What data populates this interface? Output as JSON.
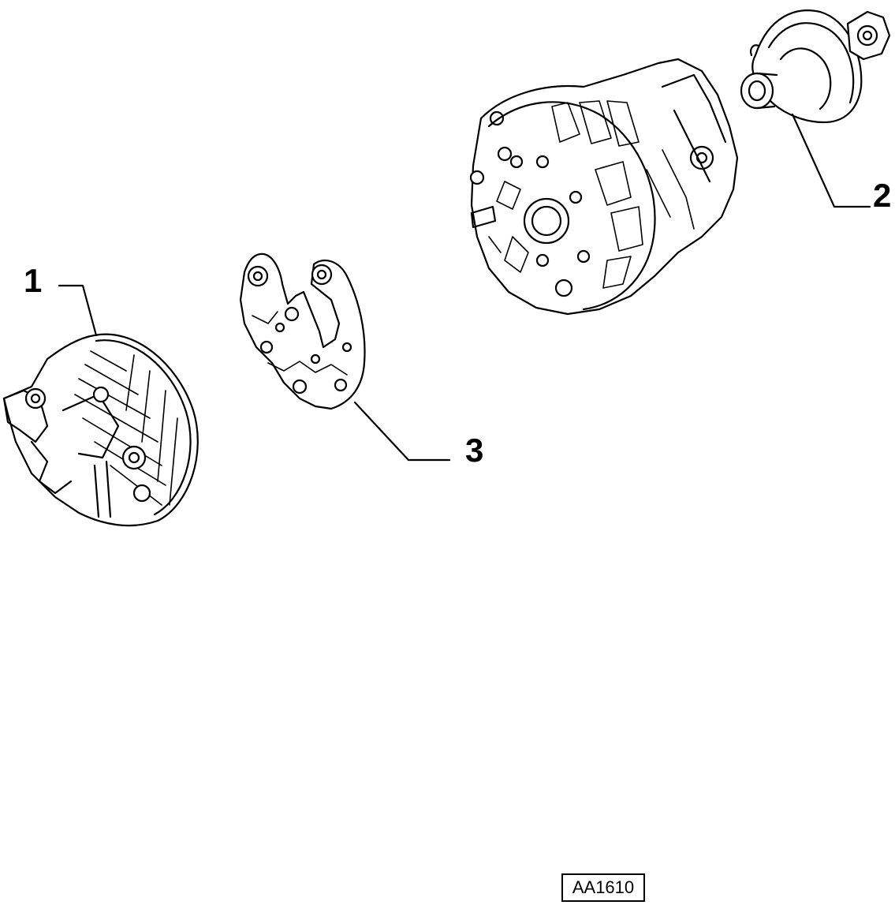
{
  "callouts": {
    "one": "1",
    "two": "2",
    "three": "3"
  },
  "drawing_code": "AA1610"
}
